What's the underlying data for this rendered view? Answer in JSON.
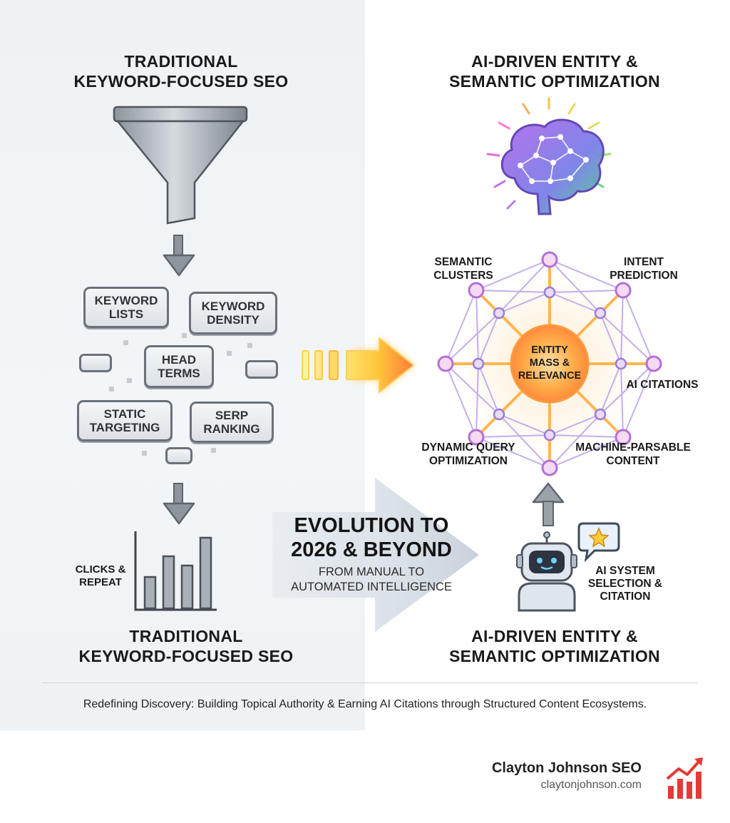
{
  "left": {
    "title_top": [
      "TRADITIONAL",
      "KEYWORD-FOCUSED SEO"
    ],
    "keyword_boxes": [
      [
        "KEYWORD",
        "LISTS"
      ],
      [
        "KEYWORD",
        "DENSITY"
      ],
      [
        "HEAD",
        "TERMS"
      ],
      [
        "STATIC",
        "TARGETING"
      ],
      [
        "SERP",
        "RANKING"
      ]
    ],
    "clicks_label": [
      "CLICKS &",
      "REPEAT"
    ],
    "title_bottom": [
      "TRADITIONAL",
      "KEYWORD-FOCUSED SEO"
    ]
  },
  "right": {
    "title_top": [
      "AI-DRIVEN ENTITY &",
      "SEMANTIC OPTIMIZATION"
    ],
    "hub": [
      "ENTITY",
      "MASS &",
      "RELEVANCE"
    ],
    "nodes": {
      "semantic_clusters": [
        "SEMANTIC",
        "CLUSTERS"
      ],
      "intent_prediction": [
        "INTENT",
        "PREDICTION"
      ],
      "ai_citations": [
        "AI CITATIONS"
      ],
      "dynamic_query": [
        "DYNAMIC QUERY",
        "OPTIMIZATION"
      ],
      "machine_parsable": [
        "MACHINE-PARSABLE",
        "CONTENT"
      ]
    },
    "ai_system_label": [
      "AI SYSTEM",
      "SELECTION &",
      "CITATION"
    ],
    "title_bottom": [
      "AI-DRIVEN ENTITY &",
      "SEMANTIC OPTIMIZATION"
    ]
  },
  "evolution": {
    "title": [
      "EVOLUTION TO",
      "2026 & BEYOND"
    ],
    "subtitle": [
      "FROM MANUAL TO",
      "AUTOMATED INTELLIGENCE"
    ]
  },
  "caption": "Redefining Discovery: Building Topical Authority & Earning AI Citations through Structured Content Ecosystems.",
  "brand": {
    "name": "Clayton Johnson SEO",
    "url": "claytonjohnson.com",
    "logo_color": "#e53935"
  },
  "colors": {
    "left_bg": "#eef2f5",
    "gray_ui": "#6b7179",
    "hub_orange": "#ffa43a",
    "network_purple": "#b17ae8"
  }
}
